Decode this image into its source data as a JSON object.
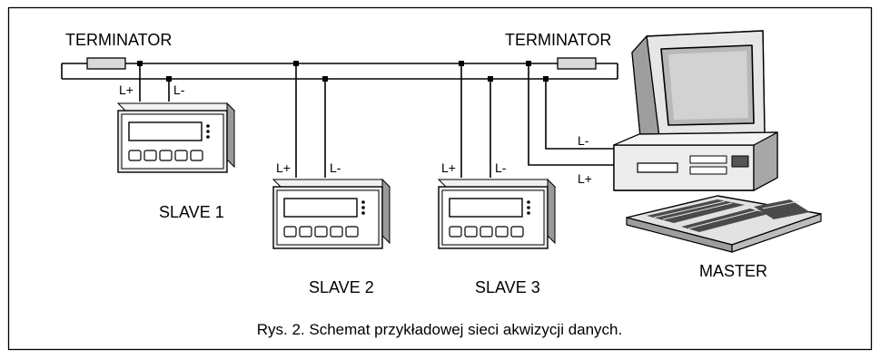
{
  "labels": {
    "terminator_left": "TERMINATOR",
    "terminator_right": "TERMINATOR",
    "slave1": "SLAVE 1",
    "slave2": "SLAVE 2",
    "slave3": "SLAVE 3",
    "master": "MASTER",
    "l_plus": "L+",
    "l_minus": "L-"
  },
  "caption": "Rys. 2. Schemat przykładowej sieci akwizycji danych."
}
